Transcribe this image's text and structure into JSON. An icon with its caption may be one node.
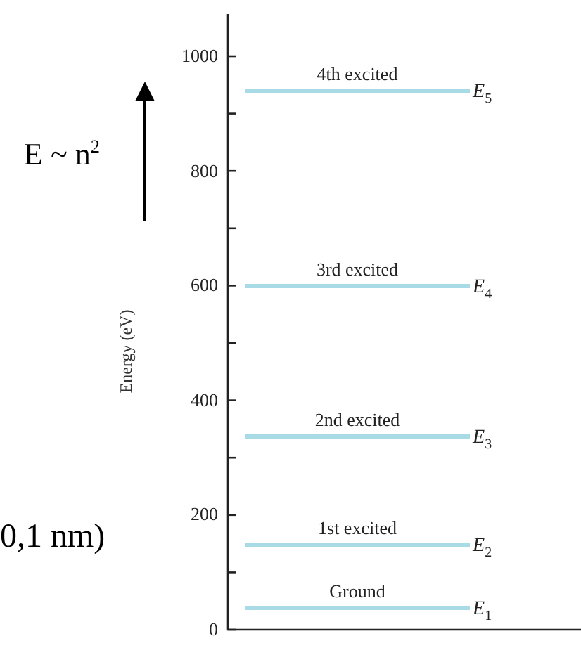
{
  "diagram": {
    "nodes": [
      {
        "text": [
          "4th excited"
        ],
        "beside": [
          "E$_{5}$"
        ]
      },
      {
        "text": [
          "3rd excited"
        ],
        "beside": [
          "E$_{4}$"
        ]
      },
      {
        "text": [
          "2nd excited"
        ],
        "beside": [
          "E$_{3}$"
        ]
      },
      {
        "text": [
          "1st excited"
        ],
        "beside": [
          "E$_{2}$"
        ]
      },
      {
        "text": [
          "Ground"
        ],
        "beside": [
          "E$_{1}$"
        ]
      }
    ],
    "labels": [
      "1000",
      "E ~ n$^{2}$",
      "800",
      "Energy (eV)",
      "600",
      "400",
      "200",
      "0,1 nm)",
      "0"
    ]
  }
}
